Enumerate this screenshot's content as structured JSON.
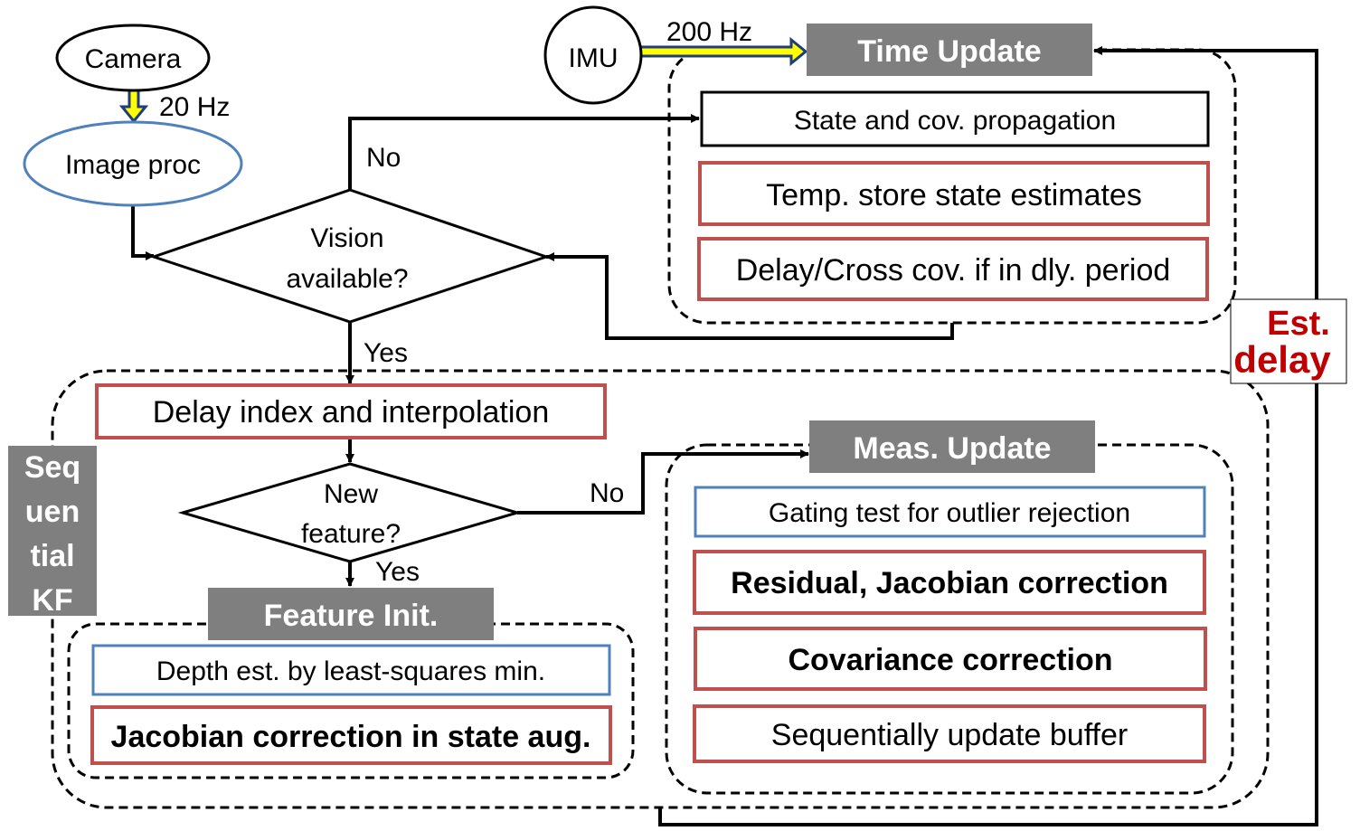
{
  "sources": {
    "camera": "Camera",
    "camera_rate": "20 Hz",
    "image_proc": "Image proc",
    "imu": "IMU",
    "imu_rate": "200 Hz"
  },
  "decisions": {
    "vision_line1": "Vision",
    "vision_line2": "available?",
    "vision_no": "No",
    "vision_yes": "Yes",
    "feature_line1": "New",
    "feature_line2": "feature?",
    "feature_no": "No",
    "feature_yes": "Yes"
  },
  "time_update": {
    "title": "Time Update",
    "steps": [
      "State and cov. propagation",
      "Temp. store state estimates",
      "Delay/Cross cov. if in dly. period"
    ]
  },
  "delay_step": "Delay index and interpolation",
  "sequential_kf": [
    "Seq",
    "uen",
    "tial",
    "KF"
  ],
  "est_delay": [
    "Est.",
    "delay"
  ],
  "feature_init": {
    "title": "Feature Init.",
    "steps": [
      "Depth est. by least-squares min.",
      "Jacobian correction in state aug."
    ]
  },
  "meas_update": {
    "title": "Meas. Update",
    "steps": [
      "Gating test for outlier rejection",
      "Residual, Jacobian correction",
      "Covariance correction",
      "Sequentially update buffer"
    ]
  },
  "colors": {
    "red_border": "#c0504d",
    "blue_border": "#4f81bd",
    "gray_label": "#7f7f7f",
    "arrow_yellow": "#ffff00",
    "arrow_navy": "#1f3d7a",
    "est_delay_red": "#c00000"
  }
}
